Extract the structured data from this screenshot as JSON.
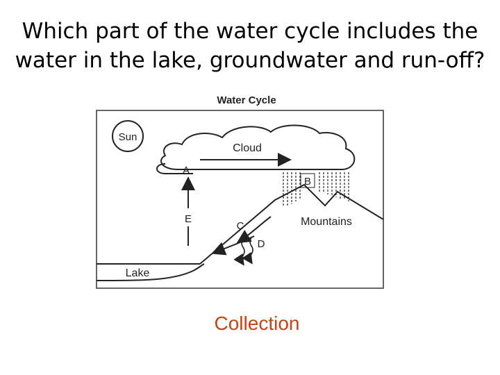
{
  "question": {
    "line1": "Which part of the water cycle includes the",
    "line2": "water in the lake, groundwater and run-off?"
  },
  "diagram": {
    "title": "Water Cycle",
    "labels": {
      "sun": "Sun",
      "cloud": "Cloud",
      "mountains": "Mountains",
      "lake": "Lake",
      "a": "A",
      "b": "B",
      "c": "C",
      "d": "D",
      "e": "E"
    }
  },
  "answer": "Collection",
  "colors": {
    "answer": "#c0451a",
    "line": "#222222"
  }
}
